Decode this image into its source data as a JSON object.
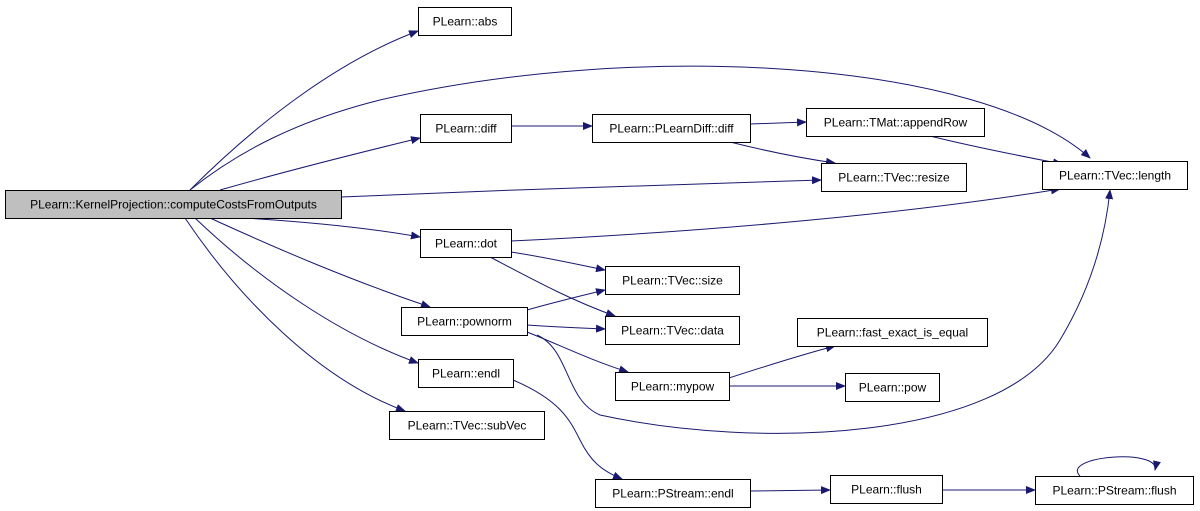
{
  "graph": {
    "nodes": [
      {
        "id": "root",
        "label": "PLearn::KernelProjection::computeCostsFromOutputs",
        "root": true
      },
      {
        "id": "abs",
        "label": "PLearn::abs"
      },
      {
        "id": "diff",
        "label": "PLearn::diff"
      },
      {
        "id": "pldiff",
        "label": "PLearn::PLearnDiff::diff"
      },
      {
        "id": "appendrow",
        "label": "PLearn::TMat::appendRow"
      },
      {
        "id": "resize",
        "label": "PLearn::TVec::resize"
      },
      {
        "id": "length",
        "label": "PLearn::TVec::length"
      },
      {
        "id": "dot",
        "label": "PLearn::dot"
      },
      {
        "id": "size",
        "label": "PLearn::TVec::size"
      },
      {
        "id": "pownorm",
        "label": "PLearn::pownorm"
      },
      {
        "id": "data",
        "label": "PLearn::TVec::data"
      },
      {
        "id": "fastexact",
        "label": "PLearn::fast_exact_is_equal"
      },
      {
        "id": "endl",
        "label": "PLearn::endl"
      },
      {
        "id": "mypow",
        "label": "PLearn::mypow"
      },
      {
        "id": "pow",
        "label": "PLearn::pow"
      },
      {
        "id": "subvec",
        "label": "PLearn::TVec::subVec"
      },
      {
        "id": "pendl",
        "label": "PLearn::PStream::endl"
      },
      {
        "id": "flush",
        "label": "PLearn::flush"
      },
      {
        "id": "pflush",
        "label": "PLearn::PStream::flush"
      }
    ],
    "edges": [
      {
        "from": "root",
        "to": "abs"
      },
      {
        "from": "root",
        "to": "length"
      },
      {
        "from": "root",
        "to": "diff"
      },
      {
        "from": "root",
        "to": "resize"
      },
      {
        "from": "root",
        "to": "dot"
      },
      {
        "from": "root",
        "to": "pownorm"
      },
      {
        "from": "root",
        "to": "endl"
      },
      {
        "from": "root",
        "to": "subvec"
      },
      {
        "from": "diff",
        "to": "pldiff"
      },
      {
        "from": "pldiff",
        "to": "appendrow"
      },
      {
        "from": "pldiff",
        "to": "resize"
      },
      {
        "from": "appendrow",
        "to": "length"
      },
      {
        "from": "dot",
        "to": "length"
      },
      {
        "from": "dot",
        "to": "size"
      },
      {
        "from": "dot",
        "to": "data"
      },
      {
        "from": "pownorm",
        "to": "size"
      },
      {
        "from": "pownorm",
        "to": "data"
      },
      {
        "from": "pownorm",
        "to": "mypow"
      },
      {
        "from": "pownorm",
        "to": "length"
      },
      {
        "from": "mypow",
        "to": "fastexact"
      },
      {
        "from": "mypow",
        "to": "pow"
      },
      {
        "from": "endl",
        "to": "pendl"
      },
      {
        "from": "pendl",
        "to": "flush"
      },
      {
        "from": "flush",
        "to": "pflush"
      },
      {
        "from": "pflush",
        "to": "pflush"
      }
    ]
  }
}
